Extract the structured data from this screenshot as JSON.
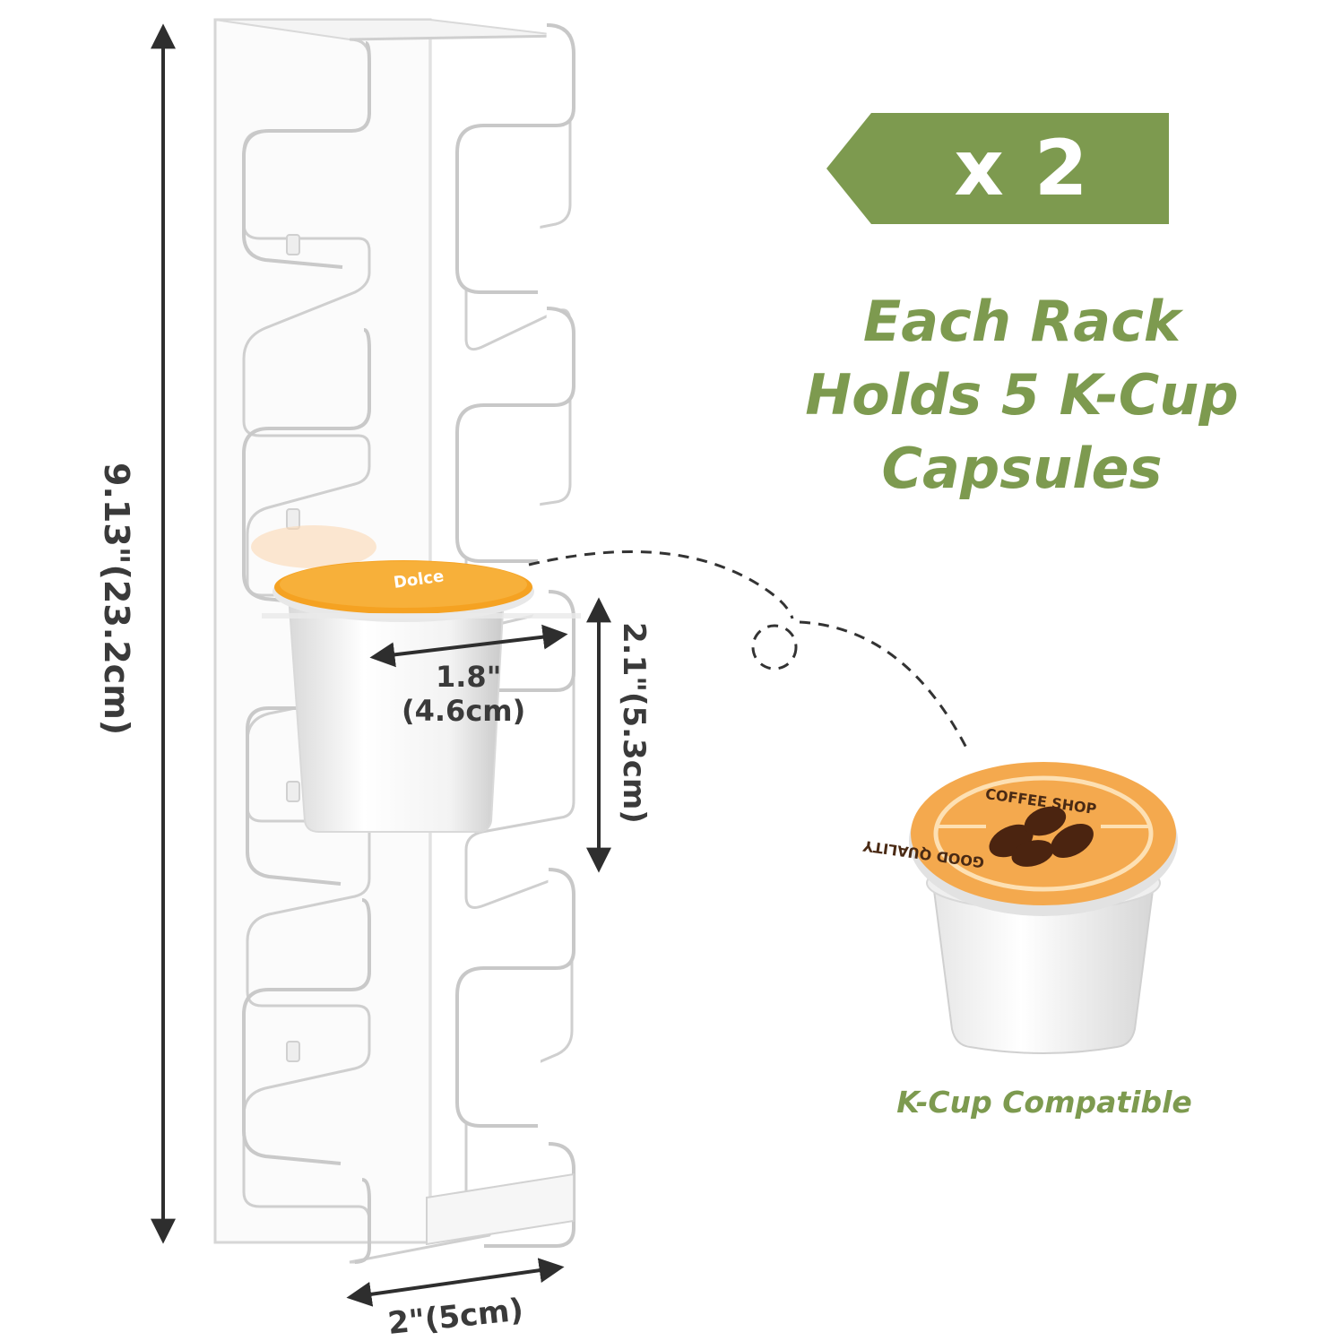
{
  "badge": {
    "text": "x 2",
    "color": "#7d9a4f"
  },
  "headline": {
    "lines": [
      "Each Rack",
      "Holds 5 K-Cup",
      "Capsules"
    ],
    "color": "#7d9a4f"
  },
  "caption": "K-Cup Compatible",
  "dimensions": {
    "height": "9.13\"(23.2cm)",
    "width": "2\"(5cm)",
    "cup_width_in": "1.8\"",
    "cup_width_cm": "(4.6cm)",
    "cup_height": "2.1\"(5.3cm)"
  },
  "kcup_lid": {
    "top_text": "COFFEE SHOP",
    "bottom_text": "GOOD QUALITY",
    "color": "#f4a94e"
  },
  "icons": [
    "rack-illustration",
    "coffee-capsule-icon",
    "coffee-beans-icon",
    "dimension-arrow-icon"
  ]
}
